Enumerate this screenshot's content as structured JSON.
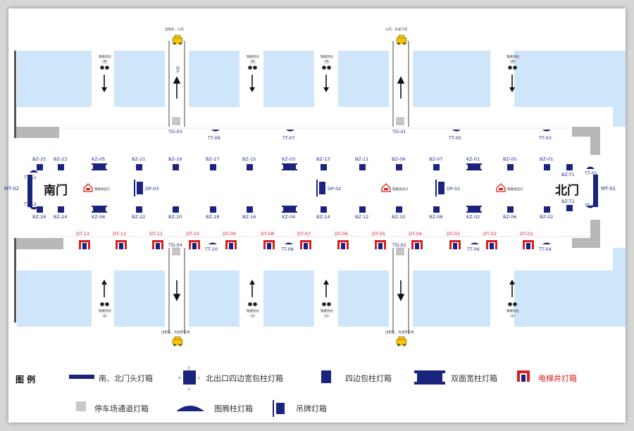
{
  "gates": {
    "south": "南门",
    "north": "北门"
  },
  "station_sign": "铁路进出口",
  "top_notes": [
    {
      "text": "出租车、公交"
    },
    {
      "text": "公交、长途汽车"
    }
  ],
  "bottom_notes": [
    {
      "text": "出租车、社会停车场"
    },
    {
      "text": "出租车、社会停车场"
    }
  ],
  "arrival_label_top": [
    "铁路到达",
    "（西）"
  ],
  "arrival_label_bottom": [
    "铁路到达",
    "（东）"
  ],
  "exit_label": "出站",
  "labels": {
    "top_row": [
      "BZ-25",
      "BZ-23",
      "KZ-05",
      "BZ-21",
      "BZ-19",
      "BZ-17",
      "BZ-15",
      "KZ-03",
      "BZ-13",
      "BZ-11",
      "BZ-09",
      "BZ-07",
      "KZ-01",
      "BZ-05",
      "BZ-01"
    ],
    "bottom_row": [
      "BZ-26",
      "BZ-24",
      "KZ-06",
      "BZ-22",
      "BZ-20",
      "BZ-18",
      "BZ-16",
      "KZ-04",
      "BZ-14",
      "BZ-12",
      "BZ-10",
      "BZ-08",
      "KZ-02",
      "BZ-06",
      "BZ-02"
    ],
    "dt": [
      "DT-13",
      "DT-12",
      "DT-11",
      "DT-10",
      "DT-09",
      "DT-08",
      "DT-07",
      "DT-06",
      "DT-05",
      "DT-04",
      "DT-03",
      "DT-02",
      "DT-01"
    ],
    "td": [
      "TD-03",
      "TD-01",
      "TD-04",
      "TD-02"
    ],
    "tt_top": [
      "TT-09",
      "TT-07",
      "TT-05",
      "TT-03"
    ],
    "tt_bottom": [
      "TT-10",
      "TT-08",
      "TT-06",
      "TT-04"
    ],
    "tt_side": [
      "TT-11",
      "TT-12",
      "TT-01",
      "TT-02"
    ],
    "mt": [
      "MT-02",
      "MT-01"
    ],
    "bzt": [
      "BZ-T1",
      "BZ-T2"
    ],
    "dp": [
      "DP-03",
      "DP-02",
      "DP-01"
    ]
  },
  "colors": {
    "navy": "#1a237e",
    "block": "#cfe6fa",
    "corridor": "#b8b8b8",
    "red": "#d81e1e",
    "taxi": "#f5c400"
  },
  "legend": {
    "title": "图 例",
    "items": [
      {
        "text": "南、北门头灯箱",
        "red": false
      },
      {
        "text": "北出口四边宽包柱灯箱",
        "red": false
      },
      {
        "text": "四边包柱灯箱",
        "red": false
      },
      {
        "text": "双面宽柱灯箱",
        "red": false
      },
      {
        "text": "电梯井灯箱",
        "red": true
      },
      {
        "text": "停车场通道灯箱",
        "red": false
      },
      {
        "text": "图腾柱灯箱",
        "red": false
      },
      {
        "text": "吊牌灯箱",
        "red": false
      }
    ],
    "small_marks": [
      "西",
      "东",
      "南",
      "北"
    ]
  }
}
